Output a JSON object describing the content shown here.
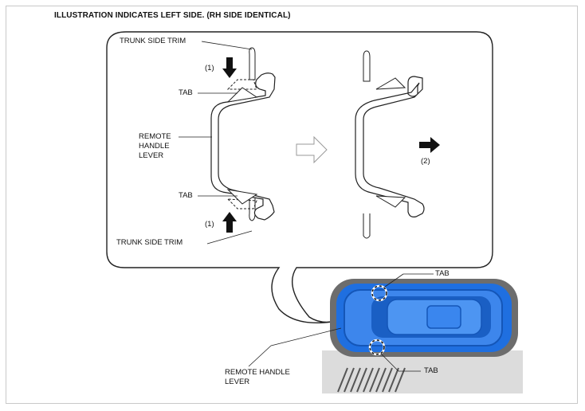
{
  "title": "ILLUSTRATION INDICATES LEFT SIDE. (RH SIDE IDENTICAL)",
  "labels": {
    "trunk_side_trim_top": "TRUNK SIDE TRIM",
    "step1_top": "(1)",
    "tab_top": "TAB",
    "remote_handle_lever_line1": "REMOTE",
    "remote_handle_lever_line2": "HANDLE",
    "remote_handle_lever_line3": "LEVER",
    "tab_bottom": "TAB",
    "step1_bottom": "(1)",
    "trunk_side_trim_bottom": "TRUNK SIDE TRIM",
    "step2": "(2)",
    "photo_tab_top": "TAB",
    "photo_tab_bottom": "TAB",
    "photo_lever_line1": "REMOTE HANDLE",
    "photo_lever_line2": "LEVER"
  },
  "colors": {
    "lever_blue": "#1f6fe0",
    "lever_blue_light": "#4d95f2",
    "outline": "#222222",
    "frame": "#c9c9c9"
  },
  "icons": [
    "down-arrow-icon",
    "up-arrow-icon",
    "hollow-right-arrow-icon",
    "solid-right-arrow-icon"
  ]
}
